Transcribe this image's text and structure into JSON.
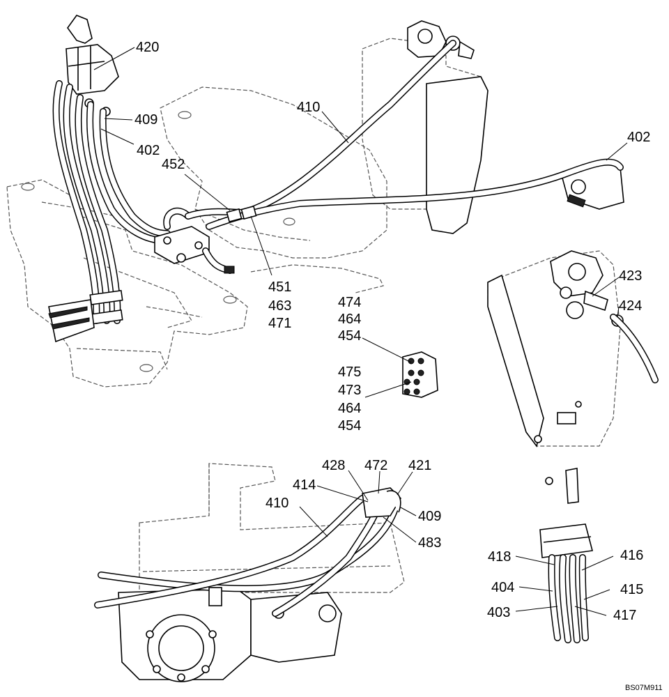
{
  "callouts": [
    {
      "id": "c420",
      "text": "420"
    },
    {
      "id": "c409a",
      "text": "409"
    },
    {
      "id": "c402a",
      "text": "402"
    },
    {
      "id": "c452",
      "text": "452"
    },
    {
      "id": "c410a",
      "text": "410"
    },
    {
      "id": "c402b",
      "text": "402"
    },
    {
      "id": "c451",
      "text": "451"
    },
    {
      "id": "c463",
      "text": "463"
    },
    {
      "id": "c471",
      "text": "471"
    },
    {
      "id": "c474",
      "text": "474"
    },
    {
      "id": "c464a",
      "text": "464"
    },
    {
      "id": "c454a",
      "text": "454"
    },
    {
      "id": "c475",
      "text": "475"
    },
    {
      "id": "c473",
      "text": "473"
    },
    {
      "id": "c464b",
      "text": "464"
    },
    {
      "id": "c454b",
      "text": "454"
    },
    {
      "id": "c423",
      "text": "423"
    },
    {
      "id": "c424",
      "text": "424"
    },
    {
      "id": "c428",
      "text": "428"
    },
    {
      "id": "c472",
      "text": "472"
    },
    {
      "id": "c421",
      "text": "421"
    },
    {
      "id": "c414",
      "text": "414"
    },
    {
      "id": "c410b",
      "text": "410"
    },
    {
      "id": "c409b",
      "text": "409"
    },
    {
      "id": "c483",
      "text": "483"
    },
    {
      "id": "c418",
      "text": "418"
    },
    {
      "id": "c416",
      "text": "416"
    },
    {
      "id": "c404",
      "text": "404"
    },
    {
      "id": "c415",
      "text": "415"
    },
    {
      "id": "c403",
      "text": "403"
    },
    {
      "id": "c417",
      "text": "417"
    }
  ],
  "drawing_code": "BS07M911"
}
